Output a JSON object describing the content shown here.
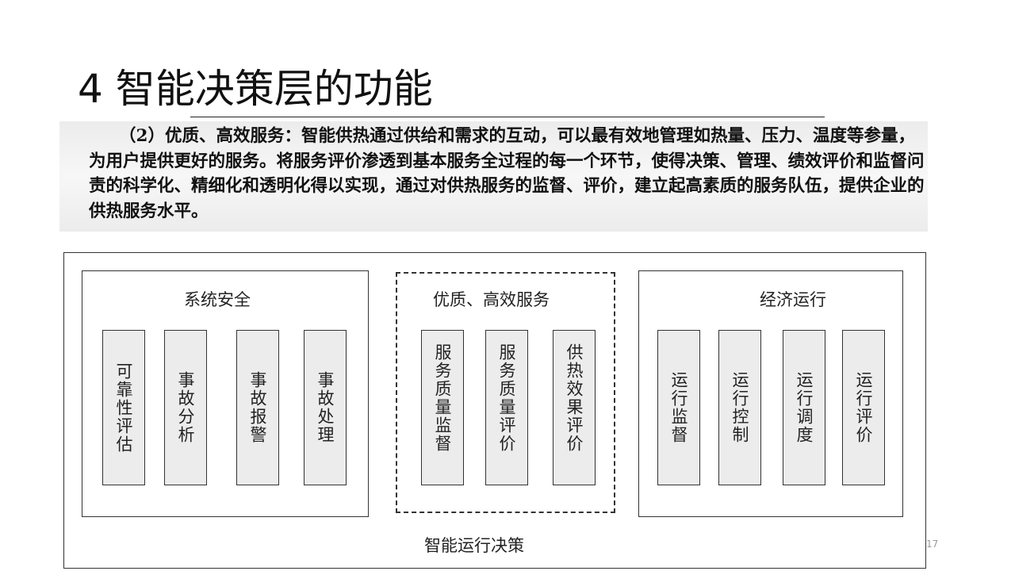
{
  "slide": {
    "title": "4 智能决策层的功能",
    "paragraph": "（2）优质、高效服务：智能供热通过供给和需求的互动，可以最有效地管理如热量、压力、温度等参量，为用户提供更好的服务。将服务评价渗透到基本服务全过程的每一个环节，使得决策、管理、绩效评价和监督问责的科学化、精细化和透明化得以实现，通过对供热服务的监督、评价，建立起高素质的服务队伍，提供企业的供热服务水平。",
    "page_number": "17"
  },
  "diagram": {
    "caption": "智能运行决策",
    "groups": [
      {
        "title": "系统安全",
        "items": [
          "可靠性评估",
          "事故分析",
          "事故报警",
          "事故处理"
        ]
      },
      {
        "title": "优质、高效服务",
        "items": [
          "服务质量监督",
          "服务质量评价",
          "供热效果评价"
        ]
      },
      {
        "title": "经济运行",
        "items": [
          "运行监督",
          "运行控制",
          "运行调度",
          "运行评价"
        ]
      }
    ]
  }
}
